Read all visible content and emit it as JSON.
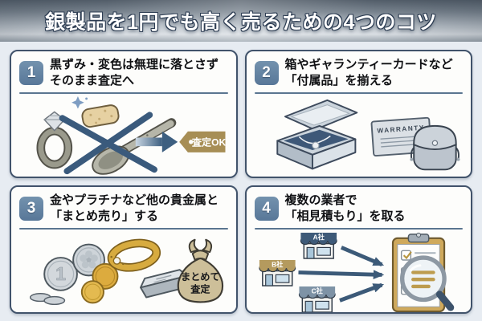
{
  "header": {
    "title": "銀製品を1円でも高く売るための4つのコツ"
  },
  "panels": [
    {
      "number": "1",
      "title_line1": "黒ずみ・変色は無理に落とさず",
      "title_line2": "そのまま査定へ",
      "illustration": {
        "tag_label": "査定OK"
      }
    },
    {
      "number": "2",
      "title_line1": "箱やギャランティーカードなど",
      "title_line2": "「付属品」を揃える",
      "illustration": {
        "card_label": "WARRANTY"
      }
    },
    {
      "number": "3",
      "title_line1": "金やプラチナなど他の貴金属と",
      "title_line2": "「まとめ売り」する",
      "illustration": {
        "coin_label": "1",
        "bag_line1": "まとめて",
        "bag_line2": "査定"
      }
    },
    {
      "number": "4",
      "title_line1": "複数の業者で",
      "title_line2": "「相見積もり」を取る",
      "illustration": {
        "shop_a": "A社",
        "shop_b": "B社",
        "shop_c": "C社"
      }
    }
  ],
  "colors": {
    "background": "#e7ecf2",
    "panel_border": "#41536b",
    "number_badge": "#62809f",
    "divider": "#5a7590",
    "accent_gold": "#a78e55",
    "arrow_navy": "#3c5a78",
    "header_metal_dark": "#525d69",
    "header_metal_light": "#d9dee3"
  }
}
